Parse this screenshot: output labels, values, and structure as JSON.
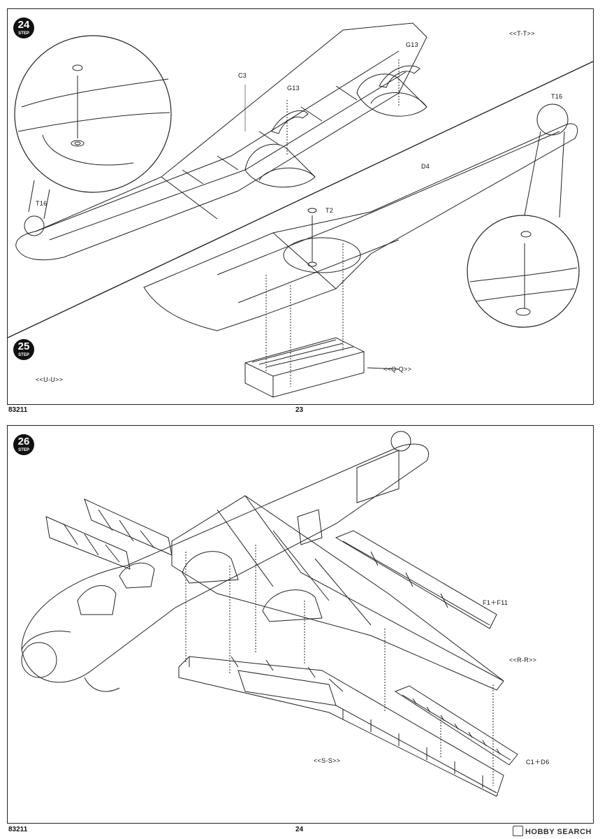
{
  "page_top": {
    "step_number": "24",
    "step_number_2": "25",
    "step_word": "STEP",
    "labels": {
      "tt": "<<T-T>>",
      "uu": "<<U-U>>",
      "qq": "<<Q-Q>>",
      "c3": "C3",
      "g13_a": "G13",
      "g13_b": "G13",
      "t16_left": "T16",
      "t16_right": "T16",
      "d4": "D4",
      "t2": "T2"
    },
    "kit_number": "83211",
    "page_number": "23"
  },
  "page_bottom": {
    "step_number": "26",
    "step_word": "STEP",
    "labels": {
      "f1f11": "F1＋F11",
      "rr": "<<R-R>>",
      "ss": "<<S-S>>",
      "c1d6": "C1＋D6"
    },
    "kit_number": "83211",
    "page_number": "24"
  },
  "watermark": {
    "text": "HOBBY SEARCH"
  }
}
